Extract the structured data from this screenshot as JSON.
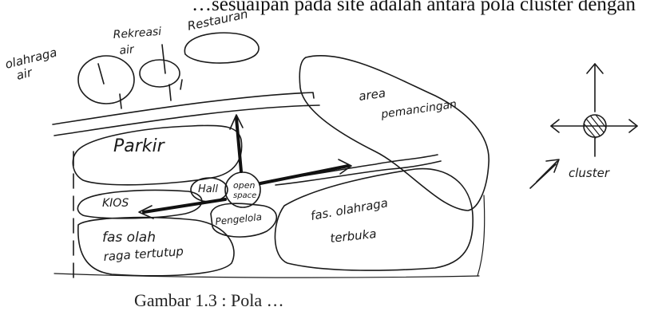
{
  "top_text": "…sesuaipan pada site adalah antara pola cluster dengan",
  "caption": "Gambar 1.3 : Pola …",
  "labels": {
    "olahraga_air": "olahraga air",
    "rekreasi_air": "Rekreasi air",
    "restauran": "Restauran",
    "area_pemancingan": "area pemancingan",
    "parkir": "Parkir",
    "hall": "Hall",
    "kios": "KIOS",
    "open_space": "open space",
    "pengelola": "Pengelola",
    "fas_olahraga_terbuka": "fas. olahraga terbuka",
    "fas_olah_raga_tertutup": "fas olah raga tertutup",
    "cluster": "cluster"
  },
  "colors": {
    "ink": "#1a1a1a",
    "paper": "#ffffff"
  },
  "icons": [
    "compass-icon",
    "cluster-arrow-icon"
  ]
}
